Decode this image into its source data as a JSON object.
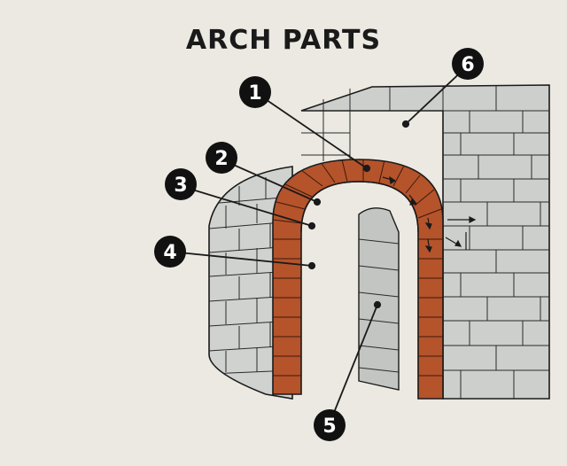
{
  "title": "ARCH PARTS",
  "callouts": [
    {
      "id": "1",
      "label": "1"
    },
    {
      "id": "2",
      "label": "2"
    },
    {
      "id": "3",
      "label": "3"
    },
    {
      "id": "4",
      "label": "4"
    },
    {
      "id": "5",
      "label": "5"
    },
    {
      "id": "6",
      "label": "6"
    }
  ],
  "colors": {
    "paper": "#ebe9e1",
    "stone": "#c9cbc9",
    "stone_light": "#d8dad8",
    "brick": "#b5532b",
    "brick_dark": "#8f3c1d",
    "ink": "#1a1a1a"
  }
}
